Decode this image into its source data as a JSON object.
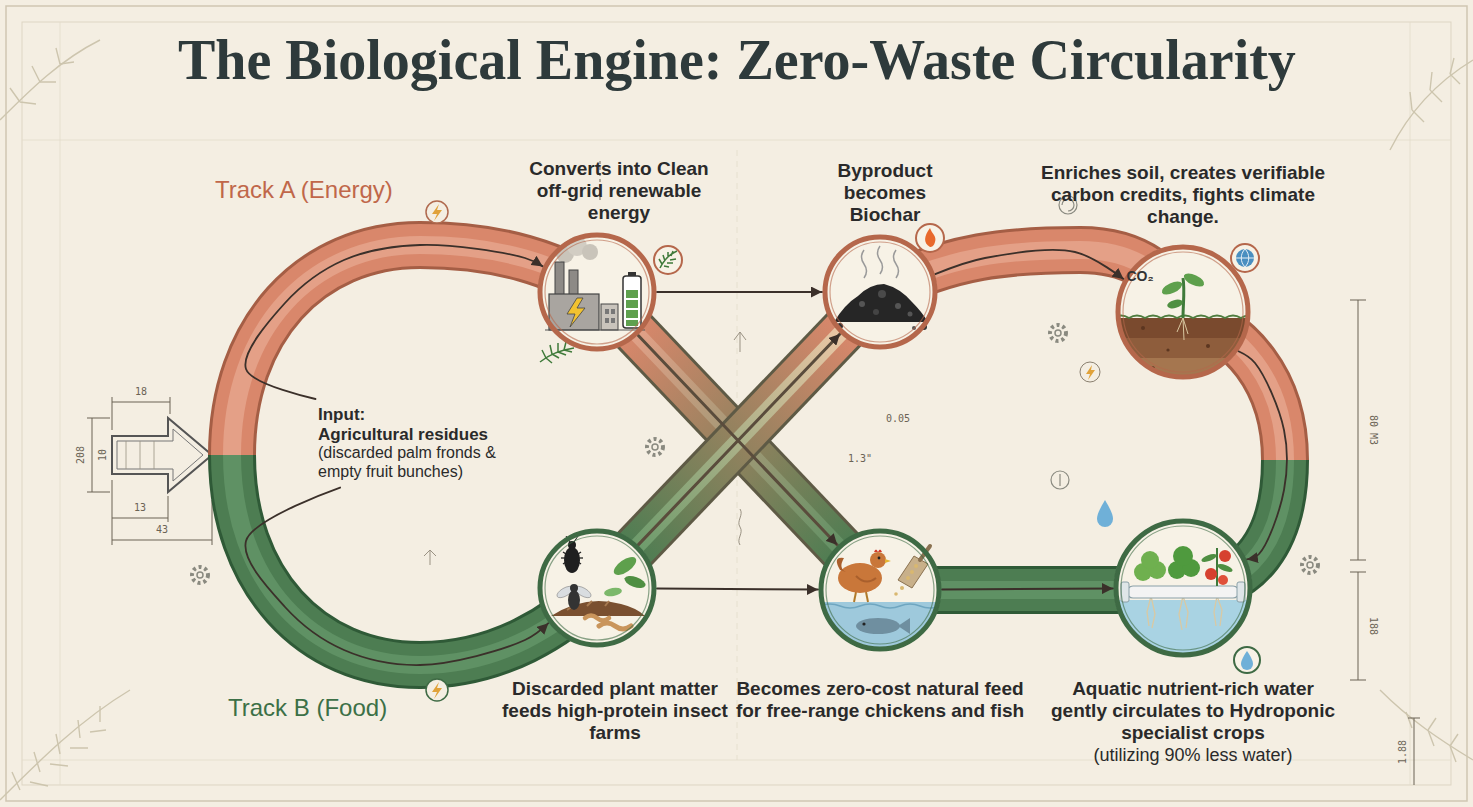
{
  "diagram": {
    "title": "The Biological Engine: Zero-Waste Circularity",
    "nodes": [
      {
        "text": [
          "Input:",
          "Agricultural residues",
          "(discarded palm fronds & empty fruit bunches)"
        ]
      },
      {
        "text": [
          "Converts into Clean off-grid renewable energy"
        ]
      },
      {
        "text": [
          "Byproduct becomes Biochar"
        ]
      },
      {
        "text": [
          "Enriches soil, creates verifiable carbon credits, fights climate change."
        ]
      },
      {
        "text": [
          "Discarded plant matter feeds high-protein insect farms"
        ]
      },
      {
        "text": [
          "Becomes zero-cost natural feed for free-range chickens and fish"
        ]
      },
      {
        "text": [
          "Aquatic nutrient-rich water gently circulates to Hydroponic specialist crops",
          "(utilizing 90% less water)"
        ]
      }
    ],
    "edges": [
      {
        "from": 0,
        "to": 1,
        "arrow": "to"
      },
      {
        "from": 0,
        "to": 4,
        "arrow": "to"
      },
      {
        "from": 1,
        "to": 2,
        "arrow": "to"
      },
      {
        "from": 1,
        "to": 5,
        "arrow": "to"
      },
      {
        "from": 4,
        "to": 5,
        "arrow": "to"
      },
      {
        "from": 4,
        "to": 2,
        "arrow": "to"
      },
      {
        "from": 2,
        "to": 3,
        "arrow": "to"
      },
      {
        "from": 5,
        "to": 6,
        "arrow": "to"
      },
      {
        "from": 3,
        "to": 6,
        "arrow": "to"
      }
    ],
    "labels": [
      "Track A (Energy)",
      "Track B (Food)",
      "18",
      "208",
      "10",
      "13",
      "43",
      "0.05",
      "1.3\"",
      "80 M3",
      "188",
      "1.88",
      "CO₂"
    ]
  }
}
